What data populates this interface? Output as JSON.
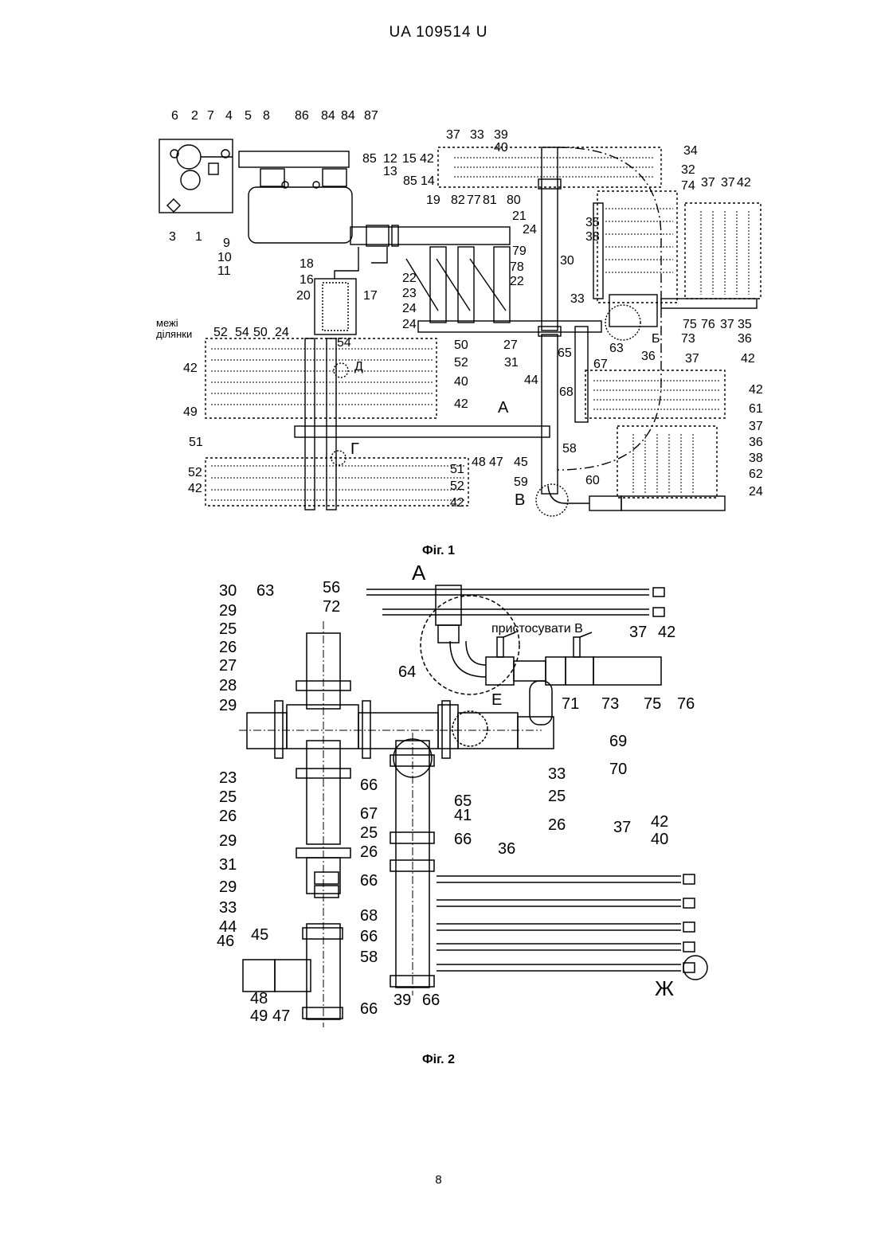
{
  "header": {
    "title": "UA   109514   U"
  },
  "fig1": {
    "caption": "Фіг. 1",
    "boundary_label": "межі ділянки",
    "boundary_line1": "межі",
    "boundary_line2": "ділянки",
    "labels": [
      "6",
      "2",
      "7",
      "4",
      "5",
      "8",
      "86",
      "84",
      "84",
      "87",
      "37",
      "33",
      "39",
      "40",
      "34",
      "32",
      "37",
      "74",
      "37",
      "42",
      "85",
      "12",
      "13",
      "15",
      "42",
      "85",
      "14",
      "19",
      "82",
      "77",
      "81",
      "80",
      "21",
      "24",
      "79",
      "78",
      "22",
      "30",
      "35",
      "38",
      "3",
      "1",
      "9",
      "10",
      "11",
      "18",
      "16",
      "20",
      "17",
      "22",
      "23",
      "24",
      "24",
      "33",
      "75",
      "76",
      "37",
      "35",
      "36",
      "73",
      "63",
      "Б",
      "52",
      "54",
      "50",
      "24",
      "54",
      "27",
      "31",
      "65",
      "67",
      "36",
      "37",
      "42",
      "42",
      "Д",
      "50",
      "52",
      "40",
      "42",
      "44",
      "68",
      "А",
      "42",
      "49",
      "61",
      "37",
      "36",
      "38",
      "51",
      "Г",
      "48",
      "47",
      "45",
      "58",
      "52",
      "42",
      "51",
      "52",
      "42",
      "59",
      "В",
      "60",
      "62",
      "24"
    ]
  },
  "fig2": {
    "caption": "Фіг. 2",
    "detail_letter": "А",
    "note": "пристосувати В",
    "labels": [
      "30",
      "63",
      "29",
      "25",
      "26",
      "27",
      "28",
      "29",
      "23",
      "25",
      "26",
      "29",
      "31",
      "29",
      "33",
      "44",
      "45",
      "46",
      "48",
      "49",
      "47",
      "56",
      "72",
      "37",
      "42",
      "64",
      "71",
      "73",
      "75",
      "76",
      "Е",
      "69",
      "70",
      "33",
      "25",
      "26",
      "66",
      "65",
      "41",
      "67",
      "25",
      "26",
      "66",
      "66",
      "68",
      "66",
      "58",
      "66",
      "39",
      "66",
      "36",
      "37",
      "42",
      "40",
      "Ж"
    ]
  },
  "page_number": "8"
}
